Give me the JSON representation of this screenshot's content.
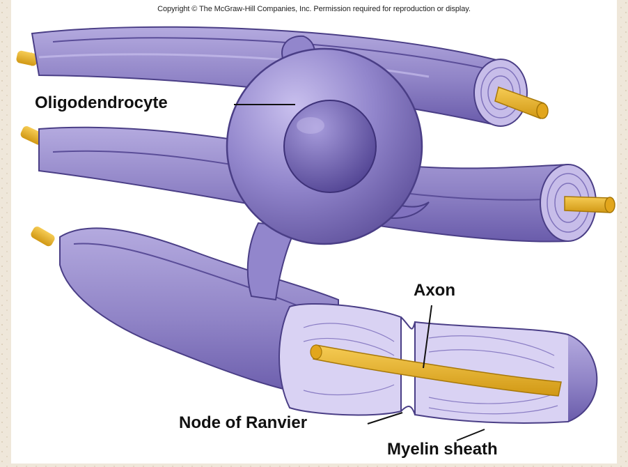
{
  "copyright": "Copyright © The McGraw-Hill Companies, Inc. Permission required for reproduction or display.",
  "labels": {
    "oligodendrocyte": "Oligodendrocyte",
    "axon": "Axon",
    "node_of_ranvier": "Node of Ranvier",
    "myelin_sheath": "Myelin sheath"
  },
  "colors": {
    "background": "#efe7da",
    "sheath": "#8f83c6",
    "sheath_dark": "#5e4f9c",
    "sheath_light": "#b4aadf",
    "axon": "#e8b020",
    "label_text": "#111111"
  }
}
